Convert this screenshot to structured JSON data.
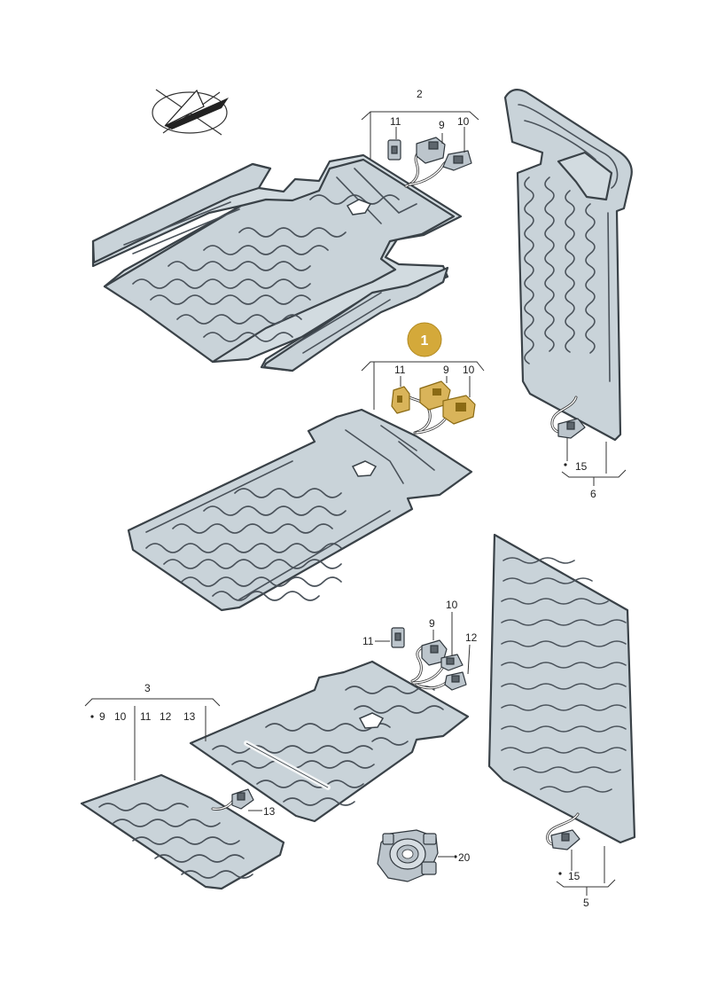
{
  "highlight_badge": {
    "label": "1",
    "color": "#d4a93a"
  },
  "group_labels": {
    "g2": "2",
    "g3": "3",
    "g5": "5",
    "g6": "6"
  },
  "part_labels": {
    "top_11": "11",
    "top_9": "9",
    "top_10": "10",
    "mid_11": "11",
    "mid_9": "9",
    "mid_10": "10",
    "low_11": "11",
    "low_9": "9",
    "low_10": "10",
    "low_12": "12",
    "g3_9": "9",
    "g3_10": "10",
    "g3_11": "11",
    "g3_12": "12",
    "g3_13": "13",
    "front_13": "13",
    "switch_20": "20",
    "right_top_15": "15",
    "right_bot_15": "15"
  },
  "icons": [
    "orientation-arrow-icon",
    "connector-icon",
    "heating-mat",
    "switch-module-icon"
  ],
  "colors": {
    "mat_fill": "#c9d3d9",
    "outline": "#3a4248",
    "highlight": "#d9b45a"
  }
}
